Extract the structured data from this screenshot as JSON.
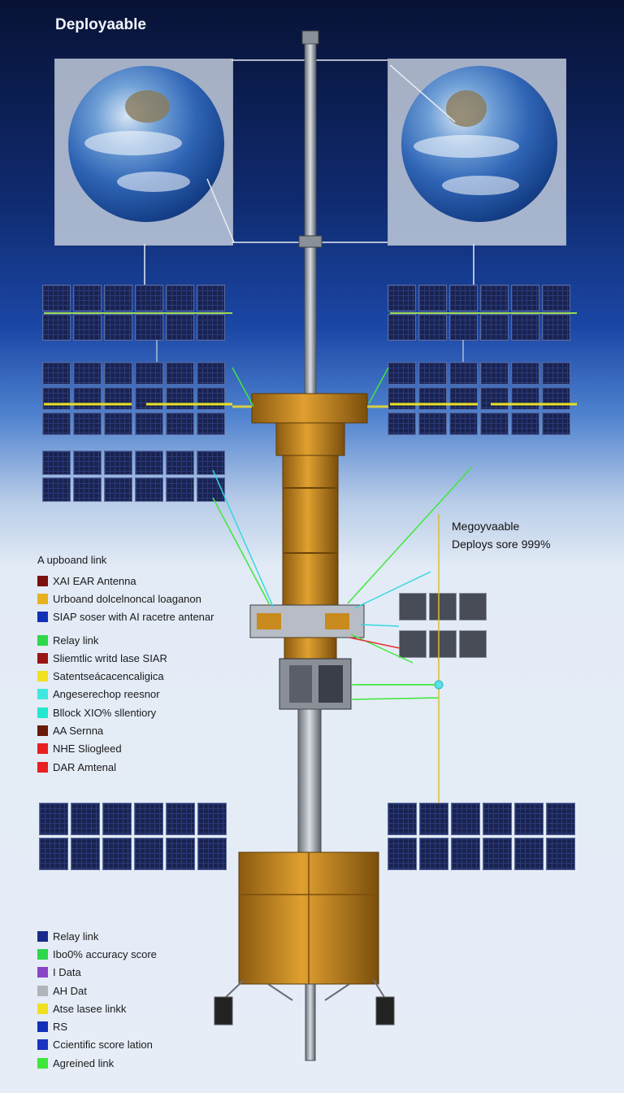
{
  "title": "Deployaable",
  "note": {
    "line1": "Megoyvaable",
    "line2": "Deploys sore 999%"
  },
  "legend_upper": {
    "header": "A  upboand link",
    "items": [
      {
        "label": "XAI EAR Antenna",
        "color": "#7a1010"
      },
      {
        "label": "Urboand dolcelnoncal loaganon",
        "color": "#e6b21e"
      },
      {
        "label": "SIAP soser with AI racetre antenar",
        "color": "#1230b8"
      },
      {
        "label": "Relay link",
        "color": "#2ed84a"
      },
      {
        "label": "Sliemtlic writd lase SIAR",
        "color": "#9a1414"
      },
      {
        "label": "Satentseácacencaligica",
        "color": "#f0e020"
      },
      {
        "label": "Angeserechop reesnor",
        "color": "#3ee8e0"
      },
      {
        "label": "Bllock XIO% sllentiory",
        "color": "#22e8d0"
      },
      {
        "label": "AA Sernna",
        "color": "#6a1a0a"
      },
      {
        "label": "NHE Sliogleed",
        "color": "#e82020"
      },
      {
        "label": "DAR Amtenal",
        "color": "#e82020"
      }
    ]
  },
  "legend_lower": {
    "items": [
      {
        "label": "Relay  link",
        "color": "#1a2a8a"
      },
      {
        "label": "Ibo0% accuracy score",
        "color": "#2ed84a"
      },
      {
        "label": "I Data",
        "color": "#8a44c8"
      },
      {
        "label": "AH Dat",
        "color": "#b0b4ba"
      },
      {
        "label": "Atse lasee linkk",
        "color": "#f0e020"
      },
      {
        "label": "RS",
        "color": "#1230b8"
      },
      {
        "label": "Ccientific score lation",
        "color": "#1a34c0"
      },
      {
        "label": "Agreined link",
        "color": "#3ee83a"
      }
    ]
  },
  "colors": {
    "body_gold": "#c98a1e",
    "mast": "#9aa0a8",
    "link_green": "#3ee83a",
    "link_cyan": "#35d8e0",
    "link_yellow": "#d8c030"
  }
}
